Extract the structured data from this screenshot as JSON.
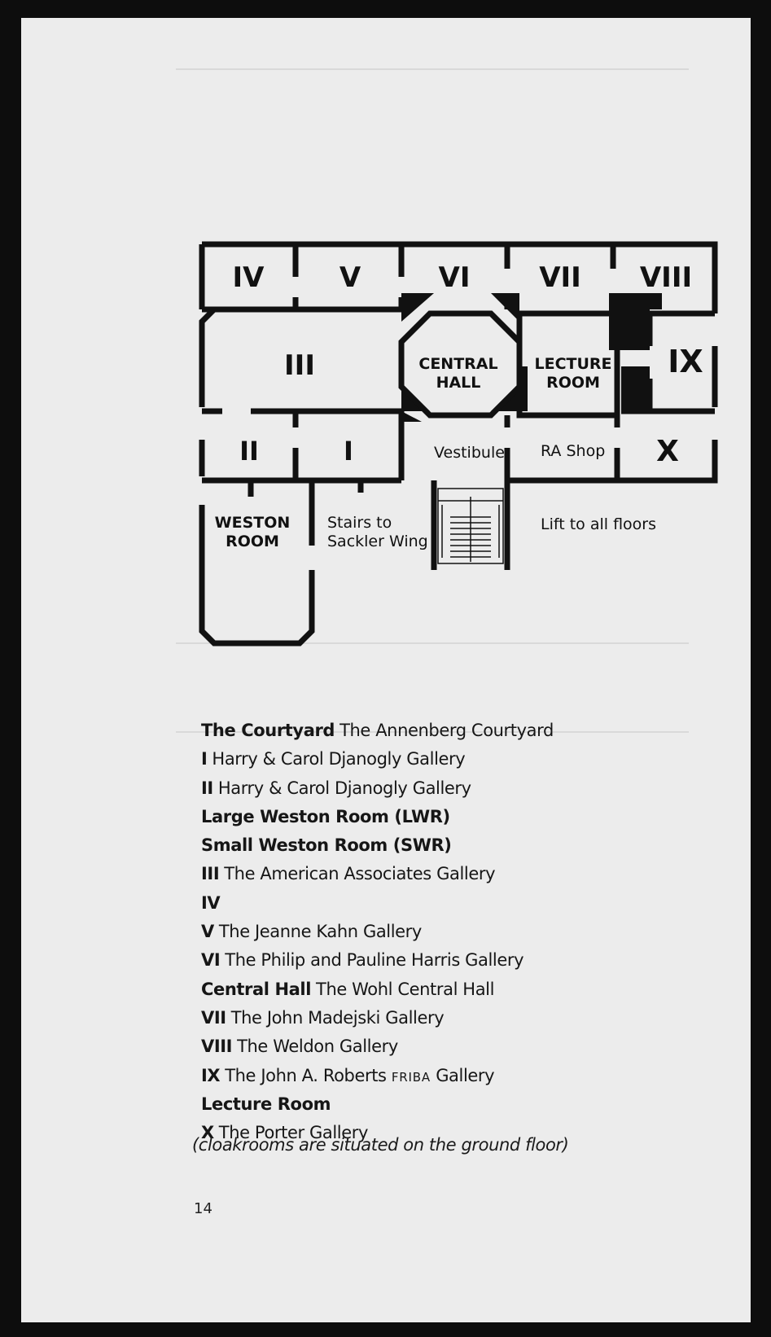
{
  "page_number": "14",
  "plan": {
    "rooms": {
      "iv": "IV",
      "v": "V",
      "vi": "VI",
      "vii": "VII",
      "viii": "VIII",
      "iii": "III",
      "ix": "IX",
      "ii": "II",
      "i": "I",
      "x": "X",
      "central_hall_1": "CENTRAL",
      "central_hall_2": "HALL",
      "lecture_room_1": "LECTURE",
      "lecture_room_2": "ROOM",
      "weston_room_1": "WESTON",
      "weston_room_2": "ROOM"
    },
    "labels": {
      "vestibule": "Vestibule",
      "ra_shop": "RA Shop",
      "stairs_1": "Stairs to",
      "stairs_2": "Sackler Wing",
      "lift": "Lift to all floors"
    }
  },
  "legend": [
    {
      "code": "The Courtyard",
      "name": "The Annenberg Courtyard"
    },
    {
      "code": "I",
      "name": "Harry & Carol Djanogly Gallery"
    },
    {
      "code": "II",
      "name": "Harry & Carol Djanogly Gallery"
    },
    {
      "code": "Large Weston Room (LWR)",
      "name": ""
    },
    {
      "code": "Small Weston Room (SWR)",
      "name": ""
    },
    {
      "code": "III",
      "name": "The American Associates Gallery"
    },
    {
      "code": "IV",
      "name": ""
    },
    {
      "code": "V",
      "name": "The Jeanne Kahn Gallery"
    },
    {
      "code": "VI",
      "name": "The Philip and Pauline Harris Gallery"
    },
    {
      "code": "Central Hall",
      "name": "The Wohl Central Hall"
    },
    {
      "code": "VII",
      "name": "The John Madejski Gallery"
    },
    {
      "code": "VIII",
      "name": "The Weldon Gallery"
    },
    {
      "code": "IX",
      "name": "The John A. Roberts",
      "name_smallcaps": "FRIBA",
      "name_after": "Gallery"
    },
    {
      "code": "Lecture Room",
      "name": ""
    },
    {
      "code": "X",
      "name": "The Porter Gallery"
    }
  ],
  "note": "(cloakrooms are situated on the ground floor)"
}
